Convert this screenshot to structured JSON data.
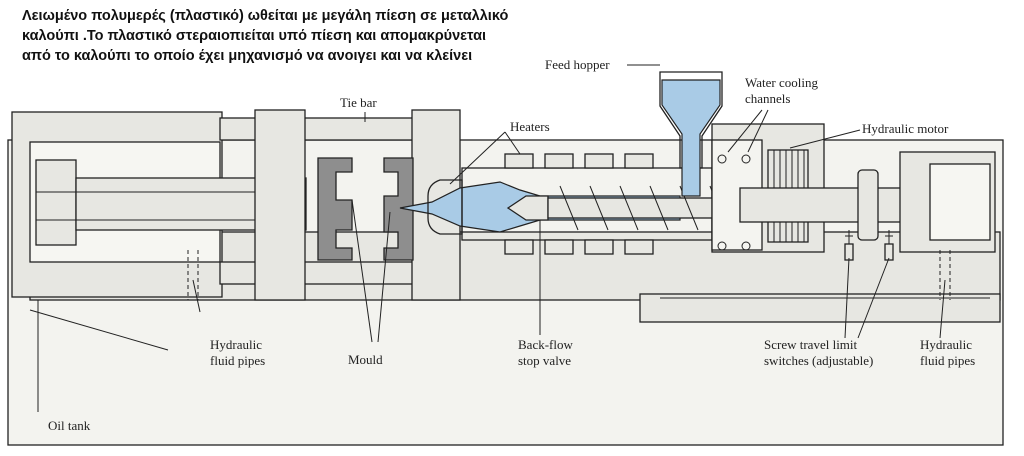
{
  "caption": {
    "line1": "Λειωμένο πολυμερές (πλαστικό) ωθείται με μεγάλη πίεση σε  μεταλλικό",
    "line2": "καλούπι .Το πλαστικό στεραιοπιείται υπό πίεση και απομακρύνεται",
    "line3": "από το καλούπι το οποίο έχει μηχανισμό να ανοιγει και να κλείνει"
  },
  "labels": {
    "feed_hopper": "Feed hopper",
    "water_cooling_1": "Water cooling",
    "water_cooling_2": "channels",
    "tie_bar": "Tie bar",
    "heaters": "Heaters",
    "hydraulic_motor": "Hydraulic motor",
    "hyd_pipes_left_1": "Hydraulic",
    "hyd_pipes_left_2": "fluid pipes",
    "mould": "Mould",
    "back_flow_1": "Back-flow",
    "back_flow_2": "stop valve",
    "screw_travel_1": "Screw travel limit",
    "screw_travel_2": "switches (adjustable)",
    "hyd_pipes_right_1": "Hydraulic",
    "hyd_pipes_right_2": "fluid pipes",
    "oil_tank": "Oil tank"
  },
  "colors": {
    "plastic": "#a9cbe6",
    "metal": "#e7e7e2",
    "mould": "#8e8e8e"
  }
}
